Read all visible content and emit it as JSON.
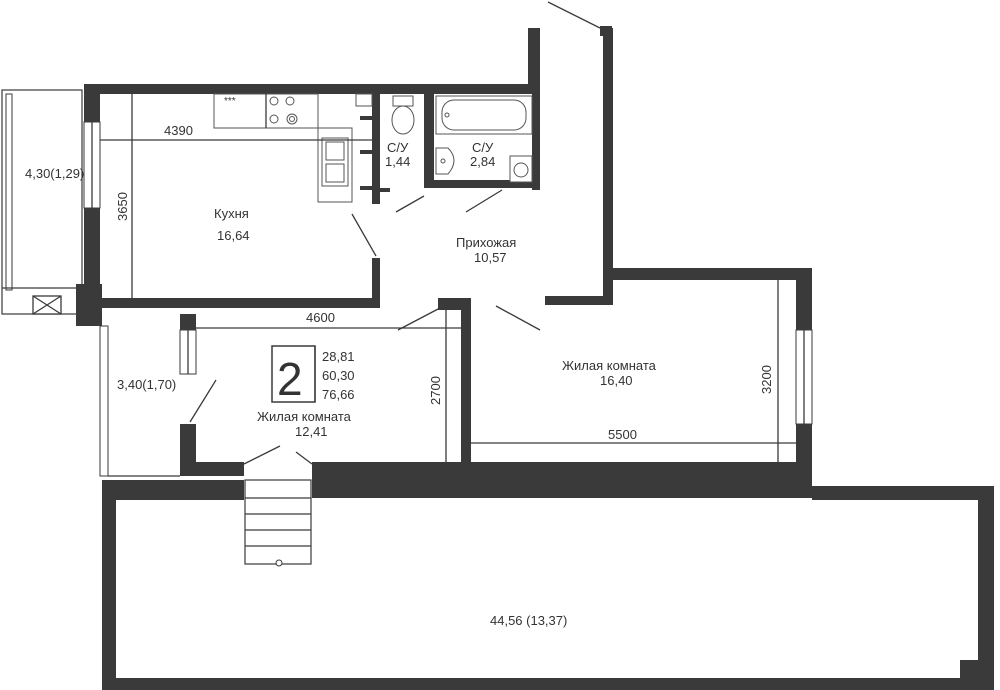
{
  "apartment": {
    "rooms_count": "2",
    "areas": [
      "28,81",
      "60,30",
      "76,66"
    ]
  },
  "rooms": {
    "kitchen": {
      "name": "Кухня",
      "area": "16,64"
    },
    "bath1": {
      "name": "С/У",
      "area": "1,44"
    },
    "bath2": {
      "name": "С/У",
      "area": "2,84"
    },
    "hall": {
      "name": "Прихожая",
      "area": "10,57"
    },
    "living_big": {
      "name": "Жилая комната",
      "area": "16,40"
    },
    "living_small": {
      "name": "Жилая комната",
      "area": "12,41"
    },
    "balcony_top": {
      "area": "4,30(1,29)"
    },
    "balcony_bottom": {
      "area": "3,40(1,70)"
    },
    "terrace": {
      "area": "44,56 (13,37)"
    }
  },
  "dimensions": {
    "kitchen_width": "4390",
    "kitchen_height": "3650",
    "small_room_width": "4600",
    "small_room_height": "2700",
    "big_room_width": "5500",
    "big_room_height": "3200"
  },
  "colors": {
    "wall": "#3a3a3a",
    "background": "#ffffff"
  }
}
